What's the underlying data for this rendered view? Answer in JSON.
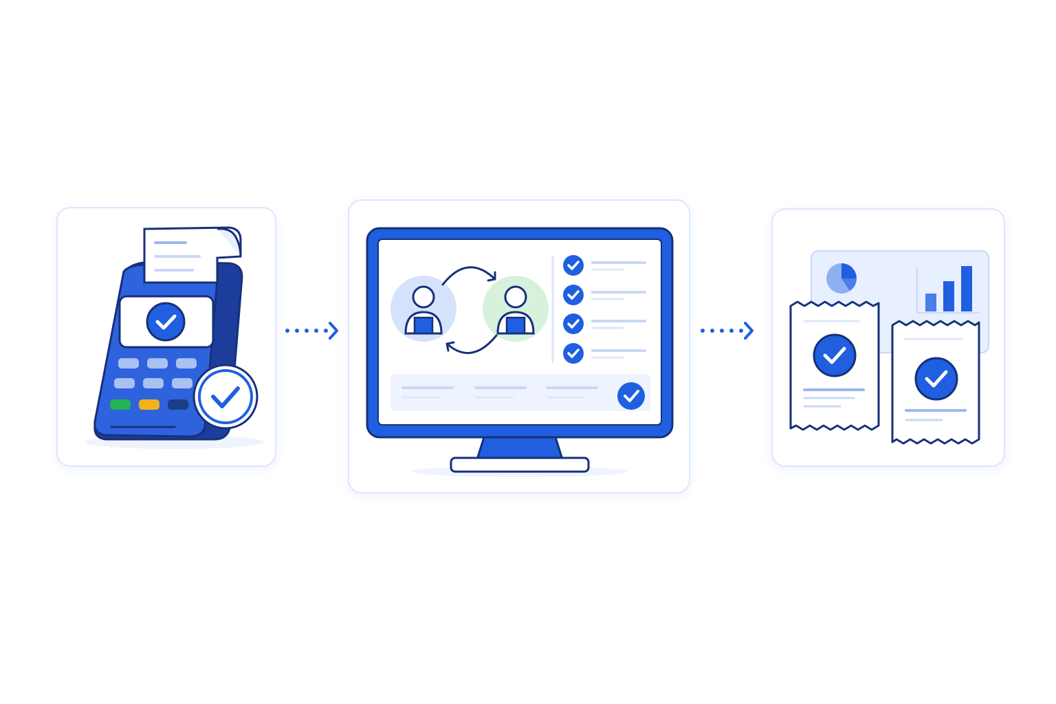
{
  "steps": [
    {
      "id": "payment-terminal",
      "icon": "card-terminal-icon",
      "status": "approved"
    },
    {
      "id": "staff-matching",
      "icon": "monitor-icon",
      "status": "approved",
      "checklist_items": 4
    },
    {
      "id": "reports-receipts",
      "icon": "receipts-icon",
      "status": "approved"
    }
  ],
  "colors": {
    "primary": "#1f5fe0",
    "navy": "#16307a",
    "light_blue": "#e8efff",
    "border": "#dbe6fb",
    "green_bg": "#d6f2dc",
    "key_green": "#22b455",
    "key_yellow": "#f2b21c",
    "key_navy": "#1b3f86"
  },
  "connectors": [
    "dotted-arrow",
    "dotted-arrow"
  ]
}
